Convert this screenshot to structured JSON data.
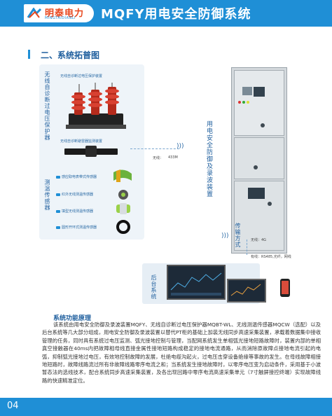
{
  "header": {
    "logo_cn": "明泰电力",
    "logo_en": "MINGTAIDIANLI",
    "title": "MQFY用电安全防御系统",
    "color": "#1f8fd6"
  },
  "section": {
    "title": "二、系统拓普图"
  },
  "diagram": {
    "group1_title": "无线自诊断过电压保护器",
    "group1_top_label": "无线自诊断过电压保护装置",
    "group1_bottom_label": "无线自诊断避雷器监测装置",
    "wireless_label": "无线：",
    "wireless_freq": "433M",
    "group2_title": "测温传感器",
    "sensors": [
      "感应取电表带式传感器",
      "红外无线测温传感器",
      "填型无线测温传感器",
      "圆形开环式测温传感器"
    ],
    "cabinet_label": "用电安全防御及录波装置",
    "transmission_title": "传输方式",
    "wireless_4g": "无线：4G",
    "wired": "有线：RS485,光纤，网线",
    "platform_label": "后台系统"
  },
  "function": {
    "title": "系统功能原理",
    "paragraph": "该系统由用电安全防御及录波装置MQFY、无线自诊断过电压保护器MQBT-WL、无线测温传感器MQCW（选配）以及后台系统等几大部分组成，用电安全防御及录波装置以替代PT柜的基础上加装无线同步高速采集装置，承载着数据集中接收管理的任务，同时具有系统过电压监测、弧光接地控制与管理，当配网系统发生单相弧光接地短路故障时，装置内部的单相真空接触器在40ms内把故障相母线直接金属性接地短路构成稳定的接地电流通路，从而消除原故障点接地电流引起的电弧，抑制弧光接地过电压，有效地控制故障的发展，杜绝电缆沟起火，过电压击穿设备绝缘等事故的发生。在母线故障相接地短路时，故障线路流过所有非故障线路零序电流之和；当系统发生接地故障时，以零序电压变为启动条件，采用基于小波暂态法的选线技术，配合系统同步高速采集装置，及各出现回路中零序电流高速采集单元（7寸触屏接控终端）实现故障线路的快速精准定位。"
  },
  "footer": {
    "page": "04"
  }
}
